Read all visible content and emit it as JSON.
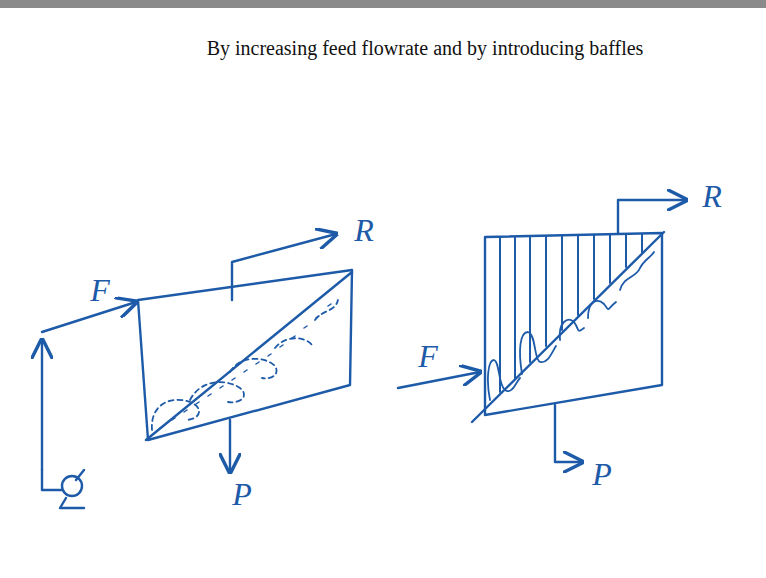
{
  "diagram": {
    "title": "By increasing feed flowrate and by introducing baffles",
    "labels": [
      "F",
      "R",
      "P",
      "F",
      "R",
      "P"
    ]
  }
}
